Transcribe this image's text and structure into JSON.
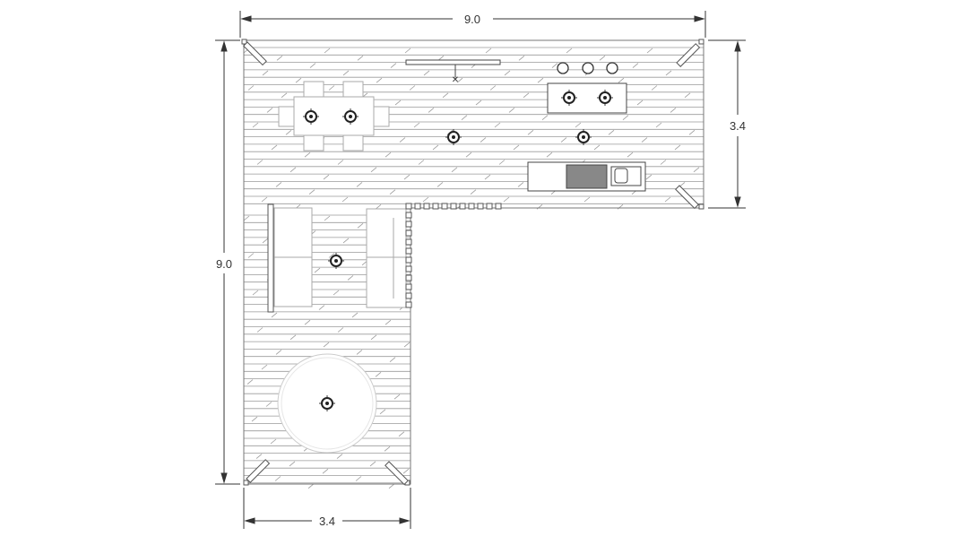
{
  "plan": {
    "dimensions": {
      "top_width": "9.0",
      "left_height": "9.0",
      "right_height": "3.4",
      "bottom_width": "3.4"
    },
    "colors": {
      "line": "#333333",
      "floor_line": "#9a9a9a",
      "furniture_fill": "#ffffff",
      "background": "#ffffff"
    }
  }
}
